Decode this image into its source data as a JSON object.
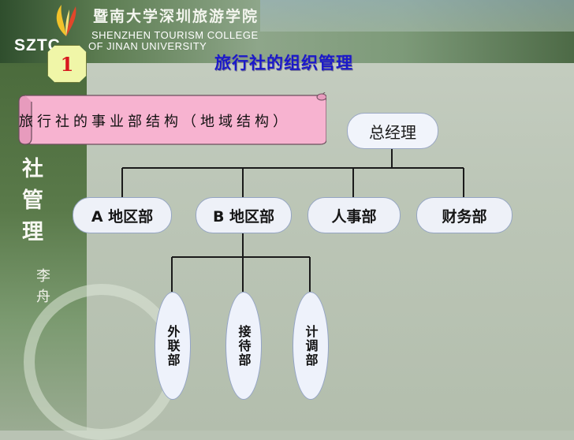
{
  "header": {
    "logo_text": "SZTC",
    "school_name_cn": "暨南大学深圳旅游学院",
    "school_name_en_line1": "SHENZHEN TOURISM COLLEGE",
    "school_name_en_line2": "OF JINAN UNIVERSITY"
  },
  "slide": {
    "number": "1",
    "title": "旅行社的组织管理",
    "side_title_chars": [
      "社",
      "管",
      "理"
    ],
    "author_chars": [
      "李",
      "舟"
    ],
    "banner_text": "旅行社的事业部结构（地域结构）"
  },
  "org_chart": {
    "root": "总经理",
    "level1": [
      "A 地区部",
      "B 地区部",
      "人事部",
      "财务部"
    ],
    "level2_parent": "B 地区部",
    "level2": [
      {
        "chars": "外联部"
      },
      {
        "chars": "接待部"
      },
      {
        "chars": "计调部"
      }
    ]
  },
  "colors": {
    "title": "#1a19c9",
    "badge_text": "#d8171f",
    "badge_fill": "#f0f6a8",
    "banner_fill": "#f7b3d0",
    "node_fill": "#eef1f8"
  }
}
